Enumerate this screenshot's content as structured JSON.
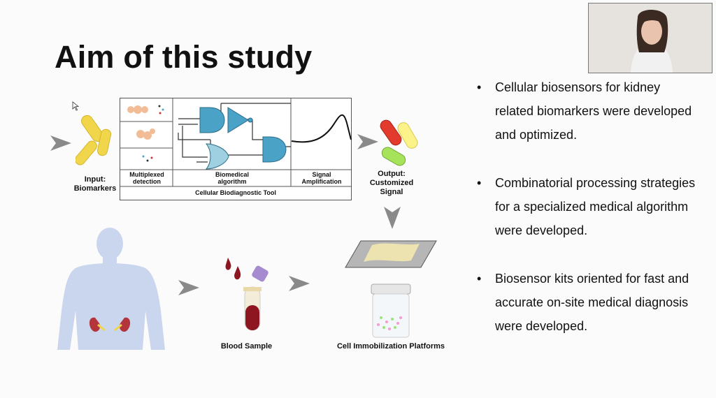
{
  "slide": {
    "title": "Aim of this study",
    "bullets": [
      {
        "text": "Cellular biosensors for kidney related biomarkers were developed and optimized."
      },
      {
        "text": "Combinatorial processing strategies for a specialized medical algorithm were developed."
      },
      {
        "text": "Biosensor kits oriented for fast and accurate on-site medical diagnosis were developed."
      }
    ],
    "bullet_glyph": "•"
  },
  "figure": {
    "input_label": "Input:\nBiomarkers",
    "output_label": "Output:\nCustomized\nSignal",
    "col_multiplexed": "Multiplexed\ndetection",
    "col_algorithm": "Biomedical\nalgorithm",
    "col_signal": "Signal\nAmplification",
    "tool_label": "Cellular Biodiagnostic Tool",
    "blood_label": "Blood Sample",
    "platform_label": "Cell Immobilization Platforms"
  },
  "colors": {
    "gate_fill": "#4aa3c7",
    "gate_light": "#9fd0e2",
    "arrow_gray": "#8a8a8a",
    "body_blue": "#c9d6ee",
    "pill_yellow": "#f1d54a",
    "blood_red": "#8e1620"
  },
  "webcam": {
    "icon": "participant-video"
  }
}
